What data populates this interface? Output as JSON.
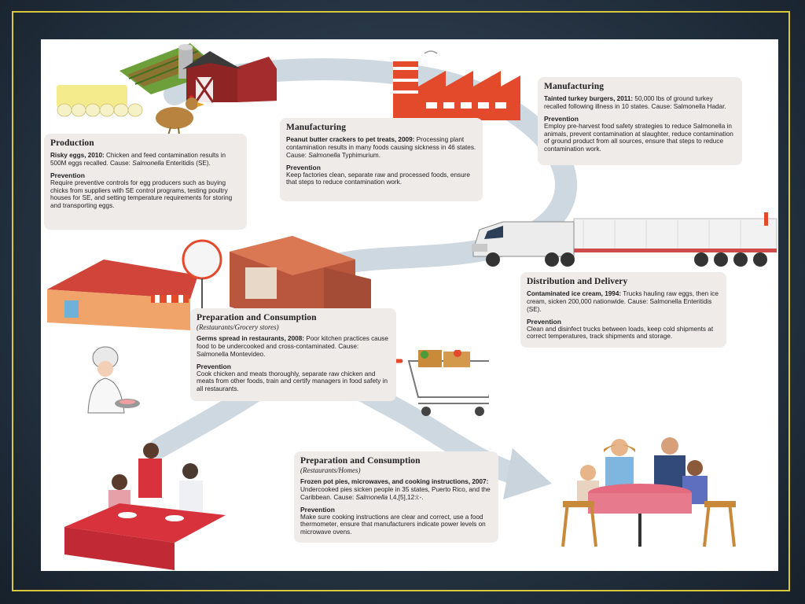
{
  "production": {
    "title": "Production",
    "case_title": "Risky eggs, 2010:",
    "case_text_a": " Chicken and feed contamination results in 500M eggs recalled. Cause: ",
    "case_italic": "Salmonella",
    "case_text_b": " Enteritidis (SE).",
    "prevention_label": "Prevention",
    "prevention_text": "Require preventive controls for egg producers such as buying chicks from suppliers with SE control programs, testing poultry houses for SE, and setting temperature requirements for storing and transporting eggs."
  },
  "manufacturing_1": {
    "title": "Manufacturing",
    "case_title": "Peanut butter crackers to pet treats, 2009:",
    "case_text_a": " Processing plant contamination results in many foods causing sickness in 46 states. Cause: ",
    "case_italic": "Salmonella",
    "case_text_b": " Typhimurium.",
    "prevention_label": "Prevention",
    "prevention_text": "Keep factories clean, separate raw and processed foods, ensure that steps to reduce contamination work."
  },
  "manufacturing_2": {
    "title": "Manufacturing",
    "case_title": "Tainted turkey burgers, 2011:",
    "case_text_a": " 50,000 lbs of ground turkey recalled following illness in 10 states. Cause: ",
    "case_italic": "",
    "case_text_b": "Salmonella Hadar.",
    "prevention_label": "Prevention",
    "prevention_text": "Employ pre-harvest food safety strategies to reduce Salmonella in animals, prevent contamination at slaughter, reduce contamination of ground product from all sources, ensure that steps to reduce contamination work."
  },
  "distribution": {
    "title": "Distribution and Delivery",
    "case_title": "Contaminated ice cream, 1994:",
    "case_text_a": " Trucks hauling raw eggs, then ice cream, sicken 200,000 nationwide. Cause: Salmonella Enteritidis (SE).",
    "prevention_label": "Prevention",
    "prevention_text": "Clean and disinfect trucks between loads, keep cold shipments at correct temperatures, track shipments and storage."
  },
  "prep_restaurants": {
    "title": "Preparation and Consumption",
    "subtitle": "(Restaurants/Grocery stores)",
    "case_title": "Germs spread in restaurants, 2008:",
    "case_text_a": " Poor kitchen practices cause food to be undercooked and cross-contaminated. Cause: Salmonella Montevideo.",
    "prevention_label": "Prevention",
    "prevention_text": "Cook chicken and meats thoroughly, separate raw chicken and meats from other foods, train and certify managers in food safety in all restaurants."
  },
  "prep_homes": {
    "title": "Preparation and Consumption",
    "subtitle": "(Restaurants/Homes)",
    "case_title": "Frozen pot pies, microwaves, and cooking instructions, 2007:",
    "case_text_a": " Undercooked pies sicken people in 35 states, Puerto Rico, and the Caribbean. Cause: ",
    "case_italic": "Salmonella",
    "case_text_b": " I,4,[5],12:i:-.",
    "prevention_label": "Prevention",
    "prevention_text": "Make sure cooking instructions are clear and correct, use a food thermometer, ensure that manufacturers indicate power levels on microwave ovens."
  },
  "colors": {
    "frame": "#d9c93a",
    "flow_arrow": "#c5d0da",
    "card": "#eeebe8",
    "factory": "#e34a2c",
    "barn": "#8e2424",
    "table_cloth": "#d8333d"
  }
}
